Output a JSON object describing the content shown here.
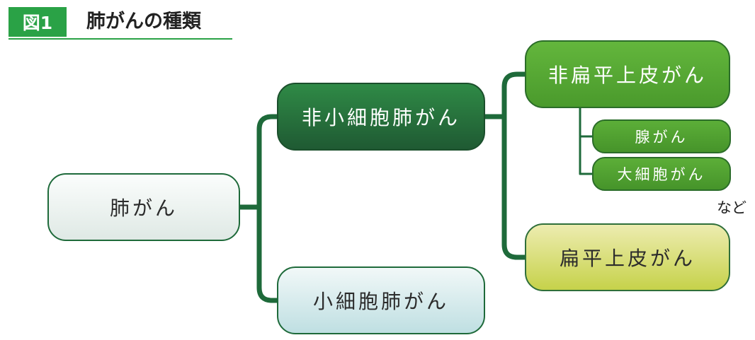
{
  "header": {
    "figure_label": "図1",
    "title": "肺がんの種類"
  },
  "diagram": {
    "root": "肺がん",
    "non_small_cell": "非小細胞肺がん",
    "small_cell": "小細胞肺がん",
    "non_squamous": "非扁平上皮がん",
    "adenocarcinoma": "腺がん",
    "large_cell": "大細胞がん",
    "etc_note": "など",
    "squamous": "扁平上皮がん"
  },
  "colors": {
    "accent": "#2aa246",
    "connector": "#1e6a3a"
  }
}
